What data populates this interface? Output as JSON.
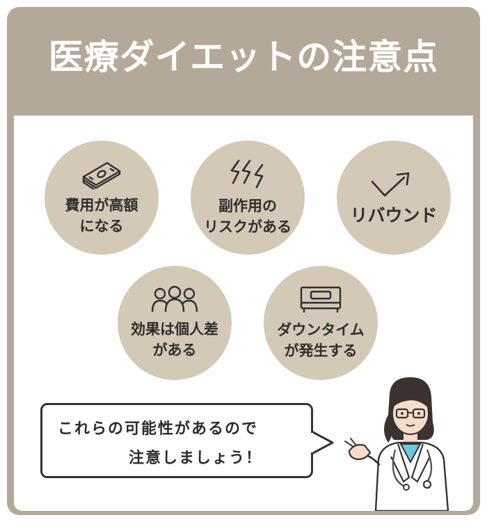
{
  "header": {
    "title": "医療ダイエットの注意点"
  },
  "items": [
    {
      "label": "費用が高額\nになる",
      "icon": "money-stack-icon"
    },
    {
      "label": "副作用の\nリスクがある",
      "icon": "lightning-icon"
    },
    {
      "label": "リバウンド",
      "icon": "rebound-arrow-icon"
    },
    {
      "label": "効果は個人差\nがある",
      "icon": "people-group-icon"
    },
    {
      "label": "ダウンタイム\nが発生する",
      "icon": "bed-icon"
    }
  ],
  "speech": {
    "line1": "これらの可能性があるので",
    "line2": "注意しましょう！"
  },
  "colors": {
    "header_bg": "#b4a898",
    "circle_bg": "#d4c8b6",
    "text": "#2e2e2e"
  }
}
